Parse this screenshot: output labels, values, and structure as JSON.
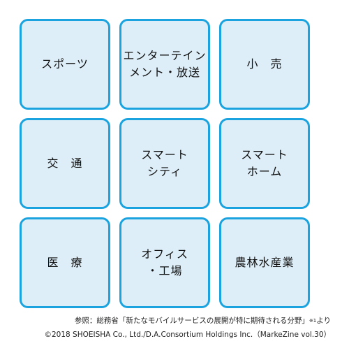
{
  "tiles": [
    {
      "label": "スポーツ"
    },
    {
      "label": "エンターテイン\nメント・放送"
    },
    {
      "label": "小　売"
    },
    {
      "label": "交　通"
    },
    {
      "label": "スマート\nシティ"
    },
    {
      "label": "スマート\nホーム"
    },
    {
      "label": "医　療"
    },
    {
      "label": "オフィス\n・工場"
    },
    {
      "label": "農林水産業"
    }
  ],
  "caption": {
    "reference_prefix": "参照：総務省「新たなモバイルサービスの展開が特に期待される分野」",
    "reference_note": "※1",
    "reference_suffix": "より",
    "copyright": "©2018 SHOEISHA Co., Ltd./D.A.Consortium Holdings Inc.（MarkeZine vol.30）"
  },
  "colors": {
    "tile_border": "#1aa3df",
    "tile_fill": "#ddeef8"
  }
}
